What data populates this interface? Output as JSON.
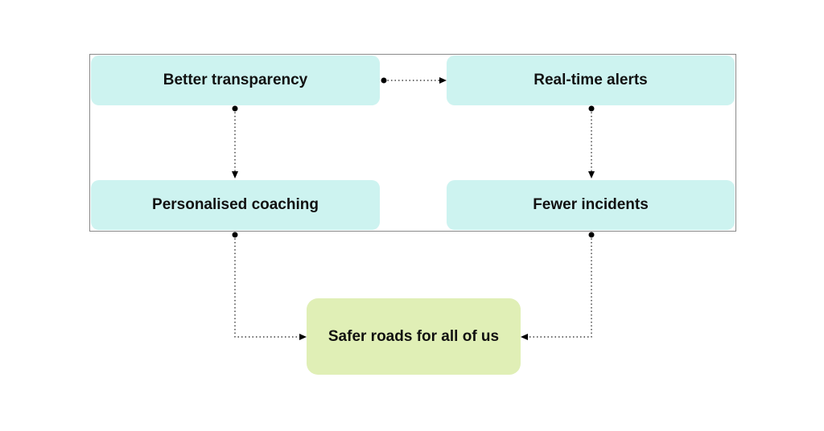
{
  "nodes": {
    "transparency": "Better transparency",
    "alerts": "Real-time alerts",
    "coaching": "Personalised coaching",
    "incidents": "Fewer incidents",
    "safer": "Safer roads for all of us"
  },
  "colors": {
    "teal_fill": "#cdf3f0",
    "lime_fill": "#e0efb6",
    "connector": "#1a1a1a",
    "frame": "#8a8a8a"
  }
}
